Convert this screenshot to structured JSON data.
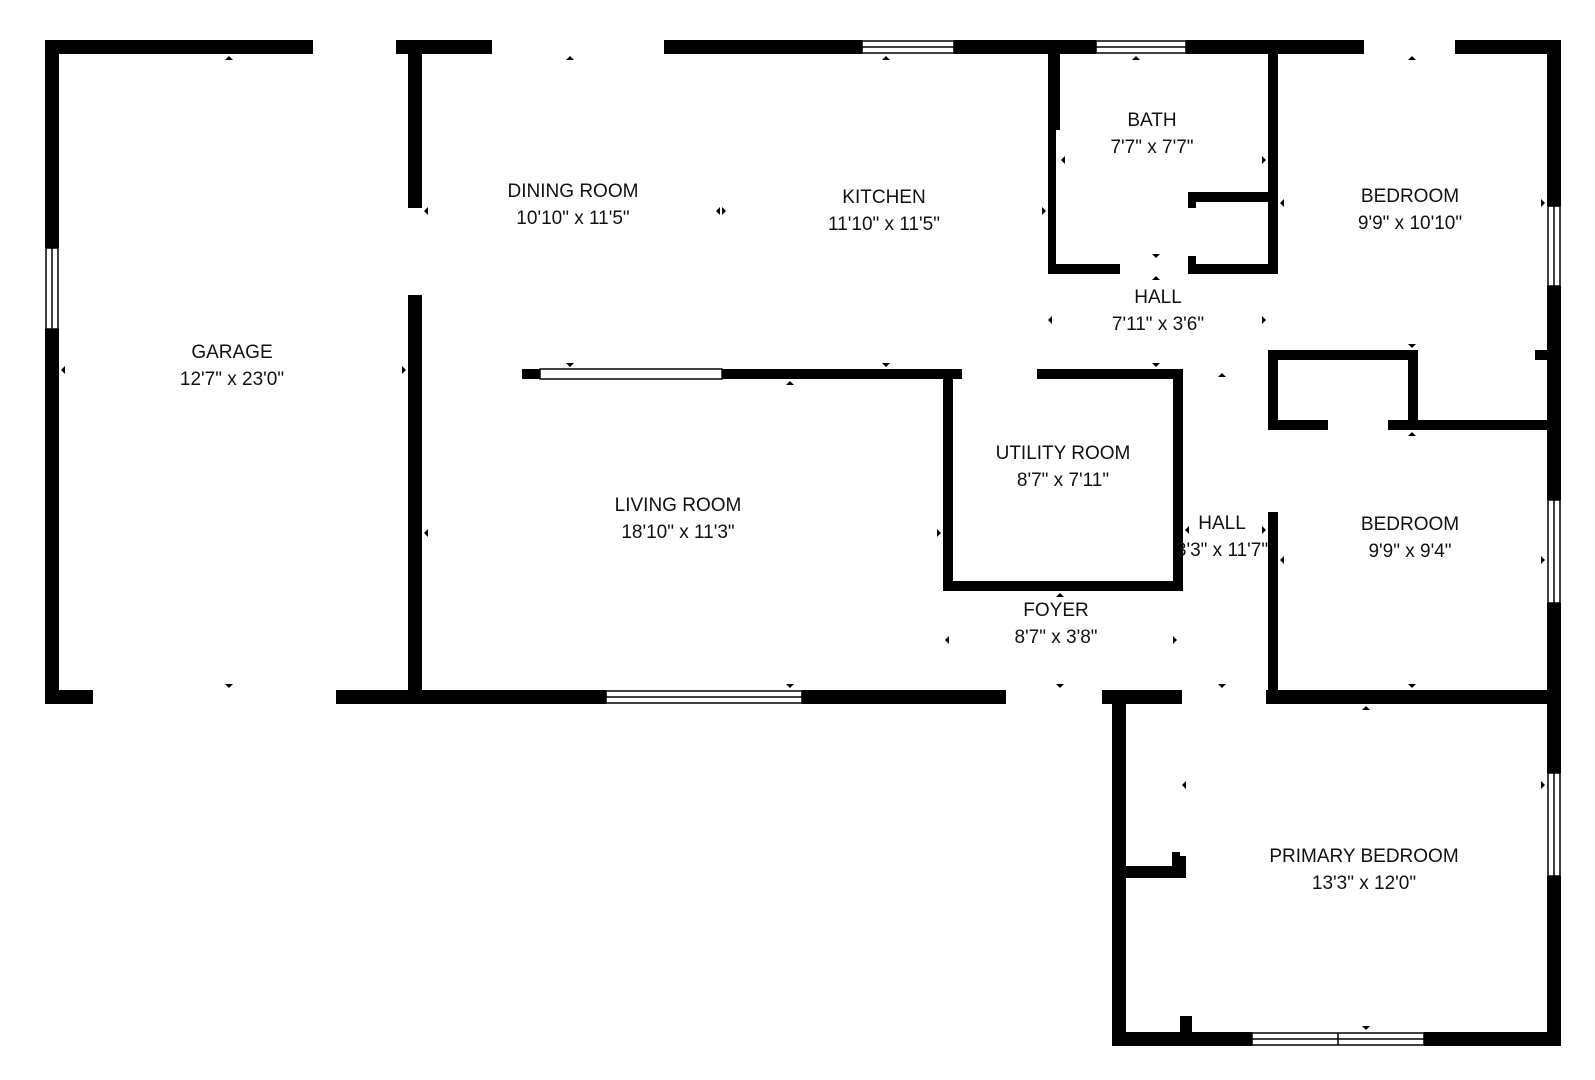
{
  "rooms": {
    "garage": {
      "name": "GARAGE",
      "size": "12'7\" x 23'0\""
    },
    "dining": {
      "name": "DINING ROOM",
      "size": "10'10\" x 11'5\""
    },
    "kitchen": {
      "name": "KITCHEN",
      "size": "11'10\" x 11'5\""
    },
    "bath": {
      "name": "BATH",
      "size": "7'7\" x 7'7\""
    },
    "bedroom1": {
      "name": "BEDROOM",
      "size": "9'9\" x 10'10\""
    },
    "hall1": {
      "name": "HALL",
      "size": "7'11\" x 3'6\""
    },
    "utility": {
      "name": "UTILITY ROOM",
      "size": "8'7\" x 7'11\""
    },
    "living": {
      "name": "LIVING ROOM",
      "size": "18'10\" x 11'3\""
    },
    "hall2": {
      "name": "HALL",
      "size": "3'3\" x 11'7\""
    },
    "bedroom2": {
      "name": "BEDROOM",
      "size": "9'9\" x 9'4\""
    },
    "foyer": {
      "name": "FOYER",
      "size": "8'7\" x 3'8\""
    },
    "primary": {
      "name": "PRIMARY BEDROOM",
      "size": "13'3\" x 12'0\""
    }
  }
}
